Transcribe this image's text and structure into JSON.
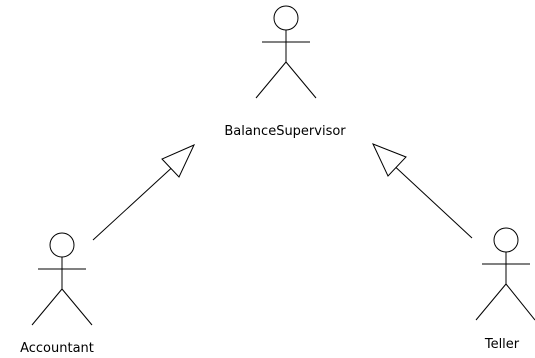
{
  "diagram": {
    "actors": [
      {
        "id": "balance-supervisor",
        "label": "BalanceSupervisor"
      },
      {
        "id": "accountant",
        "label": "Accountant"
      },
      {
        "id": "teller",
        "label": "Teller"
      }
    ],
    "generalizations": [
      {
        "from": "accountant",
        "to": "balance-supervisor"
      },
      {
        "from": "teller",
        "to": "balance-supervisor"
      }
    ]
  }
}
